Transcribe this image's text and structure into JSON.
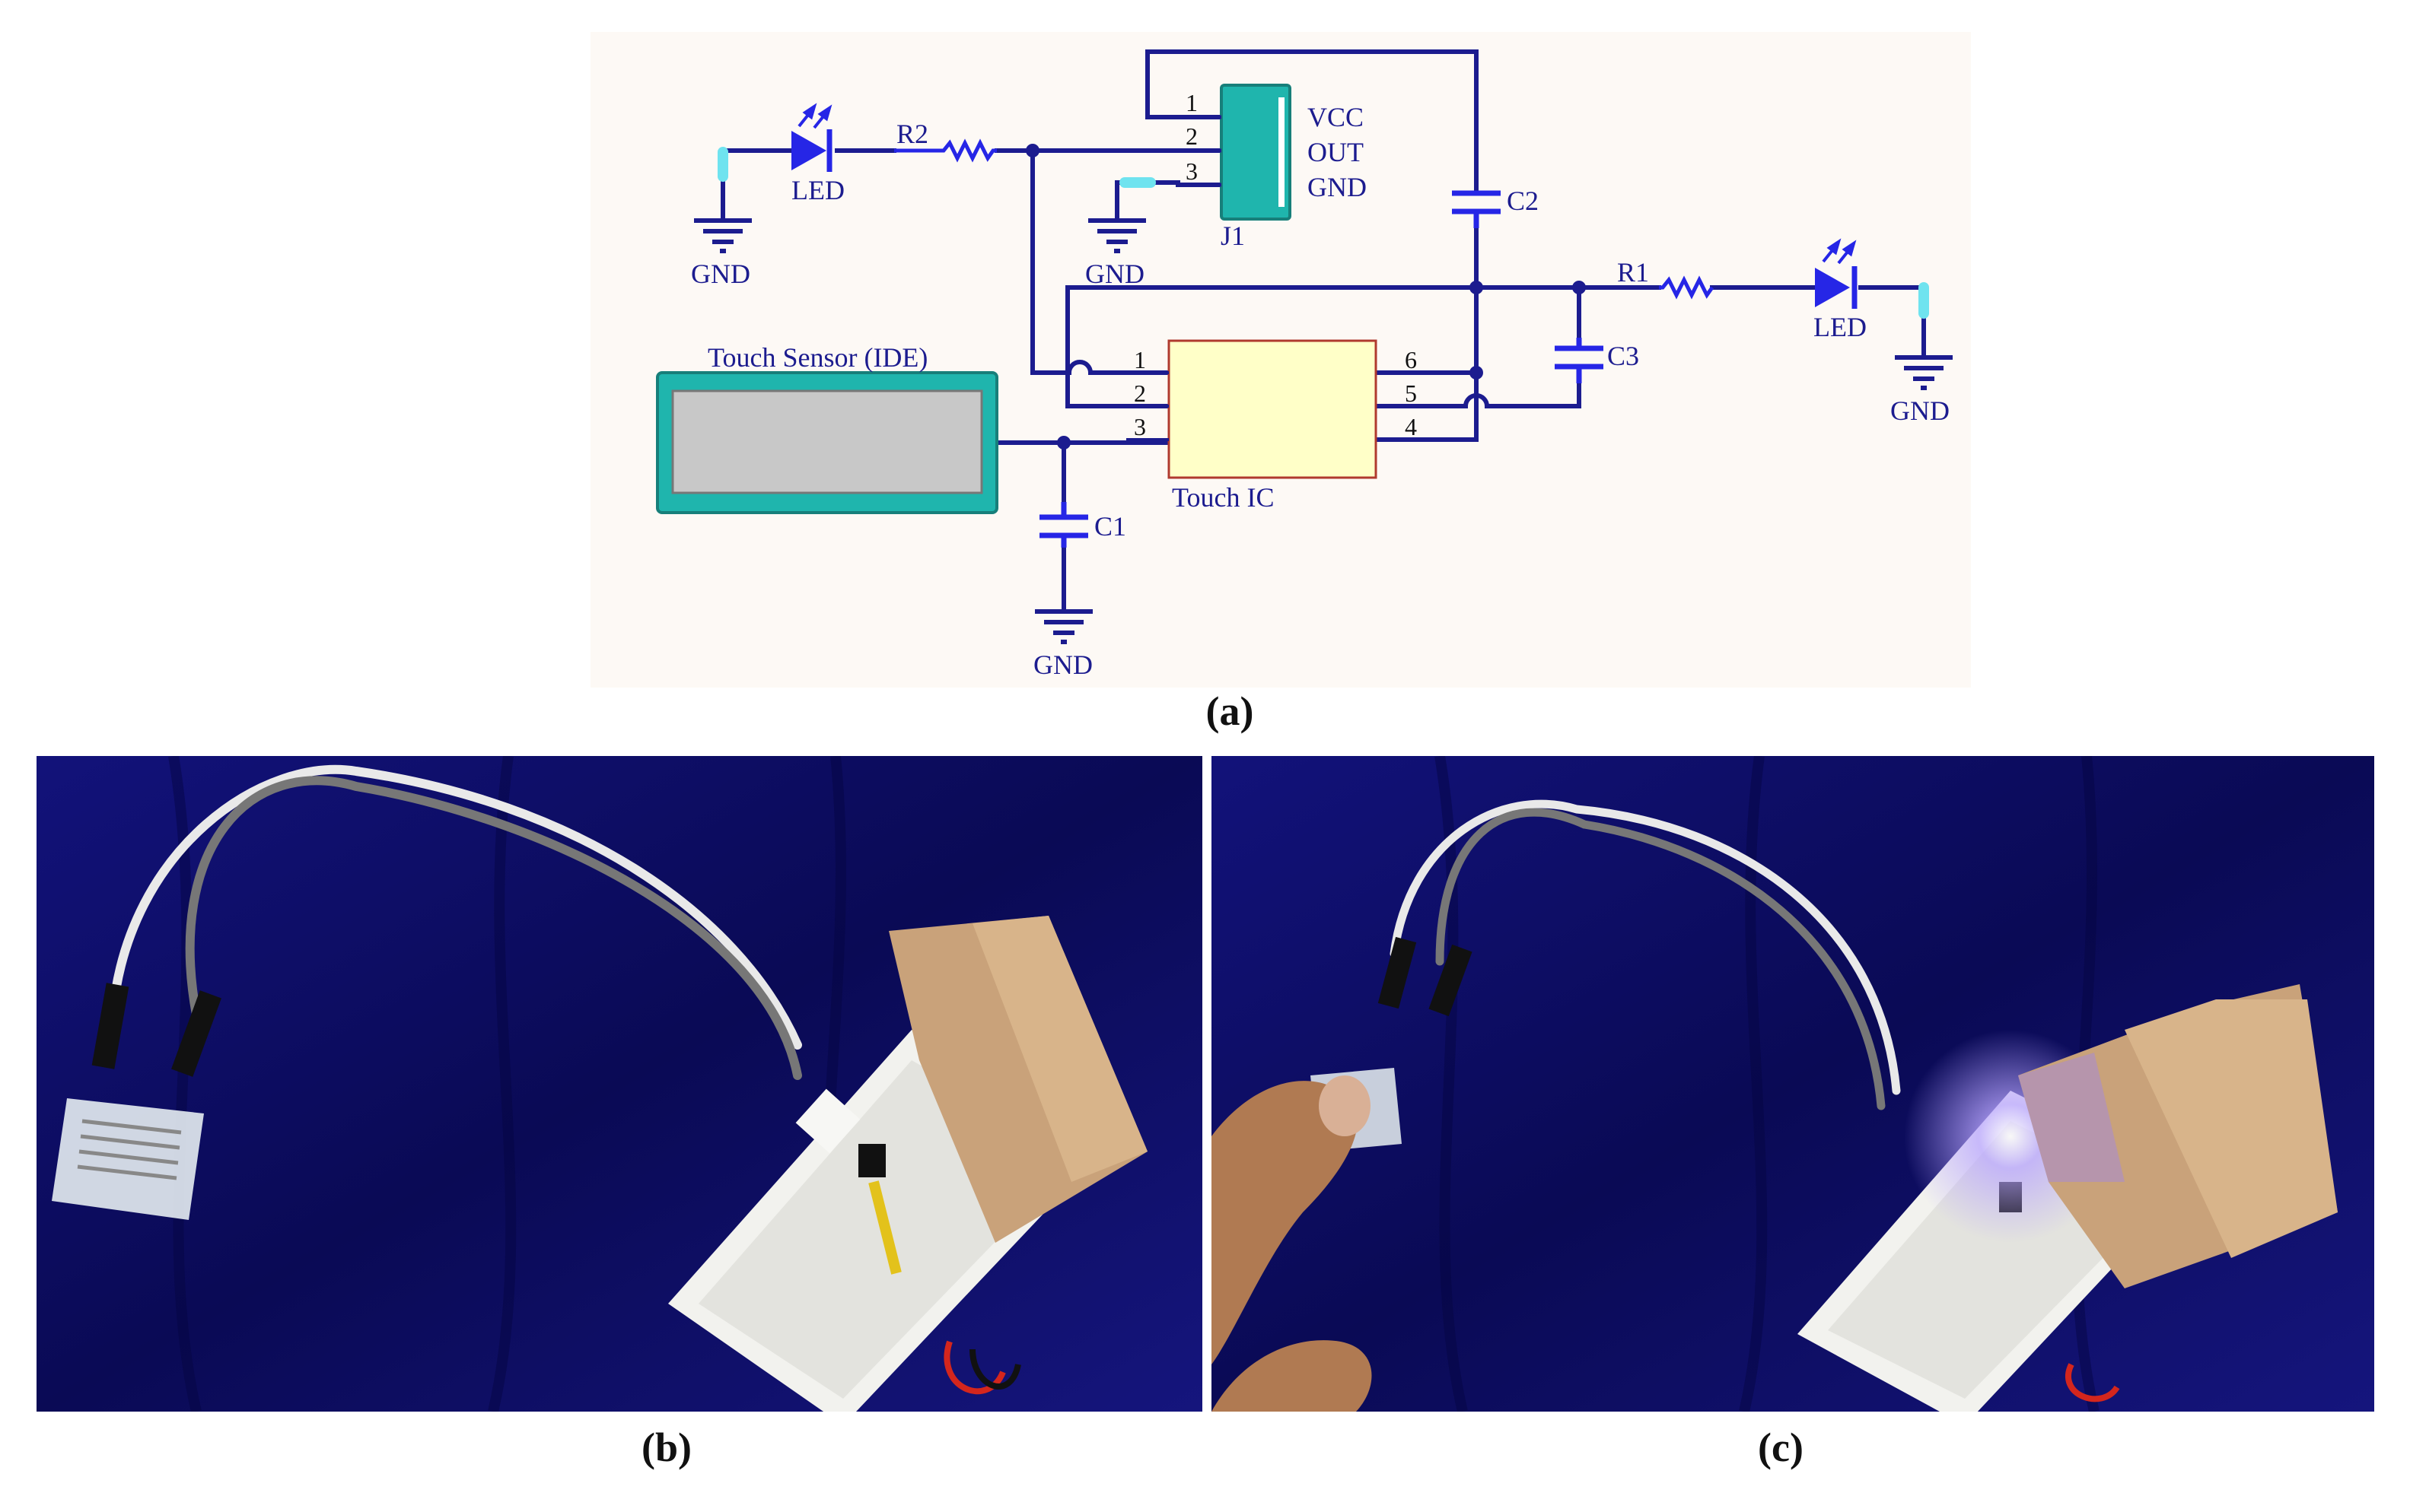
{
  "schematic": {
    "labels": {
      "vcc": "VCC",
      "out": "OUT",
      "gnd_pin": "GND",
      "j1": "J1",
      "r1": "R1",
      "r2": "R2",
      "c1": "C1",
      "c2": "C2",
      "c3": "C3",
      "led": "LED",
      "gnd": "GND",
      "sensor": "Touch Sensor (IDE)",
      "ic": "Touch IC"
    },
    "connector_pins": [
      "1",
      "2",
      "3"
    ],
    "ic_left_pins": [
      "1",
      "2",
      "3"
    ],
    "ic_right_pins": [
      "6",
      "5",
      "4"
    ],
    "colors": {
      "wire": "#1c1c8f",
      "component": "#2626e6",
      "connector": "#1fb5ad",
      "ic_fill": "#ffffc8",
      "ic_border": "#b03a2e",
      "background": "#fdf9f5",
      "label": "#1c1c8f"
    }
  },
  "captions": {
    "a": "(a)",
    "b": "(b)",
    "c": "(c)"
  },
  "photos": {
    "background_color": "#0b0b5e",
    "led_color": "#b9a6ff"
  }
}
